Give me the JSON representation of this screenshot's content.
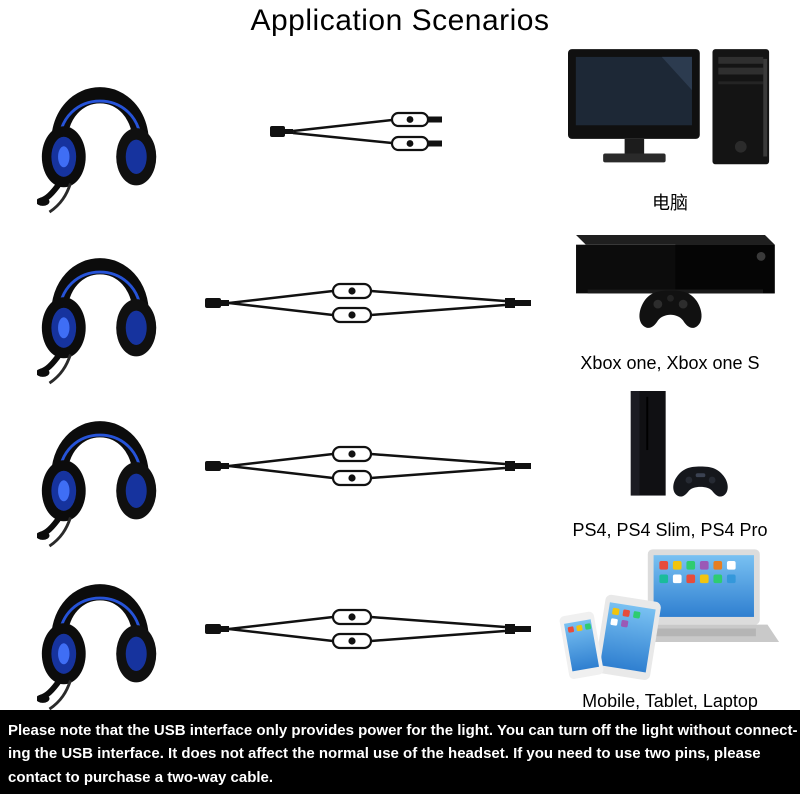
{
  "title": "Application Scenarios",
  "rows": [
    {
      "device": "desktop-pc",
      "device_label": "电脑"
    },
    {
      "device": "xbox",
      "device_label": "Xbox one, Xbox one S"
    },
    {
      "device": "ps4",
      "device_label": "PS4, PS4 Slim, PS4 Pro"
    },
    {
      "device": "mobile-tablet-laptop",
      "device_label": "Mobile, Tablet, Laptop"
    }
  ],
  "footer": {
    "lines": [
      "Please note that the USB interface only provides power for the light. You can turn off the light without connect-",
      "ing the USB interface. It does not affect the normal use of the headset. If you need to use two pins, please",
      "contact to purchase a two-way cable."
    ]
  },
  "colors": {
    "headset_led_blue": "#3f6ef5",
    "headset_trim_blue": "#2653d8",
    "footer_background": "#000000",
    "footer_text": "#ffffff",
    "screen_blue": "#2f7fd0"
  }
}
